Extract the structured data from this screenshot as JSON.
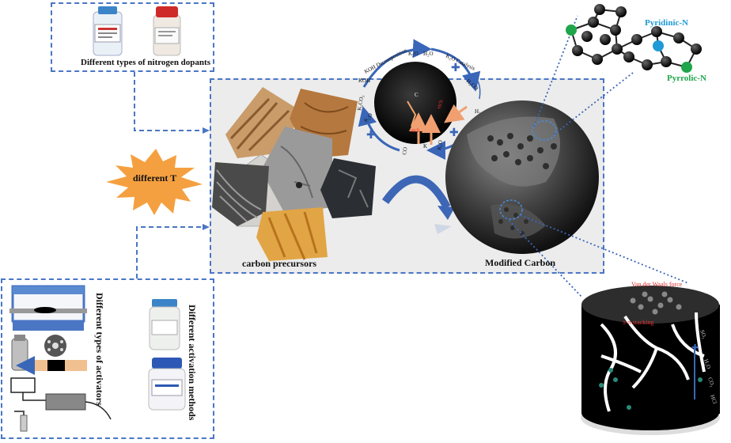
{
  "labels": {
    "nitrogen_dopants": "Different types of nitrogen dopants",
    "activators": "Different types of activators",
    "activation_methods": "Different activation methods",
    "temperature": "different T",
    "carbon_precursors": "carbon precursors",
    "modified_carbon": "Modified Carbon",
    "pyridinic_n": "Pyridinic-N",
    "pyrrolic_n": "Pyrrolic-N",
    "van_der_waals": "Van der Waals force",
    "pi_pi": "π-π stacking"
  },
  "reaction_cycle": {
    "koh": "KOH",
    "koh_decomp": "KOH Decomposition",
    "k2o": "K₂O",
    "h2o": "H₂O",
    "k2co3": "K₂CO₃",
    "k2o_catalysis": "K₂O Catalysis",
    "h2co": "H₂CO",
    "h2": "H₂",
    "k2o_b": "K₂O",
    "co": "CO",
    "k": "K",
    "k2o_c": "K₂O",
    "center_c": "C",
    "etch1": "etch",
    "etch2": "etch"
  },
  "cylinder_labels": {
    "so2": "SO₂",
    "h2o": "H₂O",
    "co2": "CO₂",
    "hcl": "HCl"
  },
  "colors": {
    "dash_blue": "#4a76c4",
    "arrow_blue": "#3a66b8",
    "star_orange": "#f5a040",
    "pyridinic": "#1e9ad6",
    "pyrrolic": "#1fa64a",
    "panel_bg": "#ececec"
  },
  "icons": [
    "bottle-icon",
    "flask-icon",
    "tube-furnace-icon",
    "autoclave-icon",
    "microwave-icon",
    "starburst-icon",
    "molecule-icon",
    "sphere-icon",
    "cylinder-icon"
  ]
}
